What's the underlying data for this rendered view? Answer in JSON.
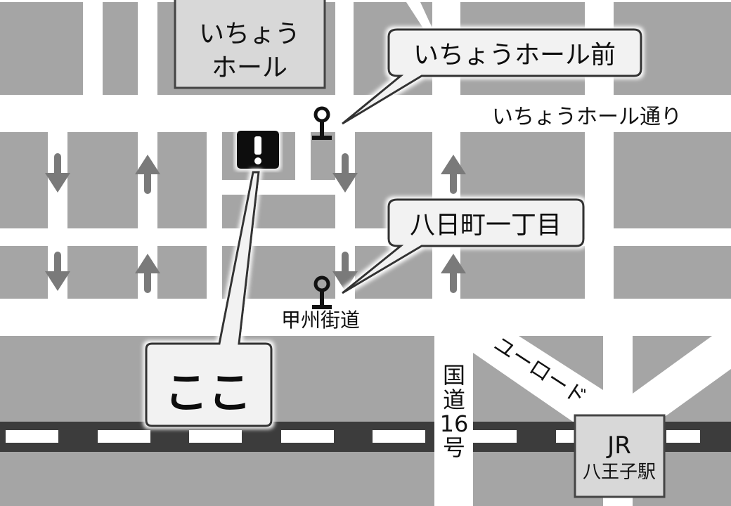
{
  "map": {
    "landmarks": {
      "hall": [
        "いちょう",
        "ホール"
      ],
      "station": [
        "JR",
        "八王子駅"
      ]
    },
    "roads": {
      "ichou_hall_dori": "いちょうホール通り",
      "koshu_kaido": "甲州街道",
      "route16": [
        "国",
        "道",
        "16",
        "号"
      ],
      "yu_road": "ユーロード"
    },
    "callouts": {
      "bus_stop_1": "いちょうホール前",
      "bus_stop_2": "八日町一丁目",
      "here": "ここ"
    },
    "icons": {
      "alert": "exclamation-icon",
      "bus_stop": "bus-stop-icon",
      "one_way": "one-way-arrow-icon"
    },
    "colors": {
      "block": "#a5a5a5",
      "road": "#ffffff",
      "rail": "#3c3c3c",
      "callout_bg": "#f2f2f2"
    }
  }
}
